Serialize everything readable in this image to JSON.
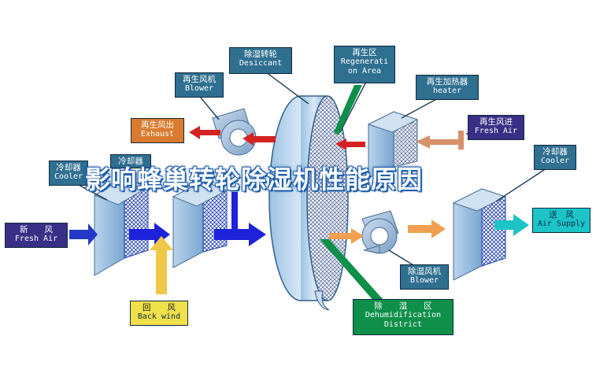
{
  "title": "影响蜂巢转轮除湿机性能原因",
  "labels": {
    "desiccant": {
      "zh": "除湿转轮",
      "en": "Desiccant"
    },
    "regeneration": {
      "zh": "再生区",
      "en1": "Regenerati",
      "en2": "on Area"
    },
    "regen_blower": {
      "zh": "再生风机",
      "en": "Blower"
    },
    "regen_heater": {
      "zh": "再生加热器",
      "en": "heater"
    },
    "exhaust": {
      "zh": "再生风出",
      "en": "Exhaust"
    },
    "regen_fresh_air": {
      "zh": "再生风进",
      "en": "Fresh Air"
    },
    "cooler_left": {
      "zh": "冷却器",
      "en": "Cooler"
    },
    "cooler_mid": {
      "zh": "冷却器"
    },
    "cooler_right": {
      "zh": "冷却器",
      "en": "Cooler"
    },
    "fresh_air": {
      "zh": "新　　风",
      "en": "Fresh Air"
    },
    "air_supply": {
      "zh": "送　风",
      "en": "Air Supply"
    },
    "back_wind": {
      "zh": "回　　风",
      "en": "Back wind"
    },
    "dehum_blower": {
      "zh": "除湿风机",
      "en": "Blower"
    },
    "dehum_district": {
      "zh": "除　　湿　　区",
      "en1": "Dehumidification",
      "en2": "District"
    }
  },
  "colors": {
    "label_blue": "#2f6f90",
    "label_purple": "#3a2f86",
    "label_orange": "#d97a2e",
    "label_cyan": "#1cc4c7",
    "label_yellow": "#f0e04a",
    "label_green": "#0e8f4a",
    "flow_blue": "#1e22d8",
    "flow_red": "#d42222",
    "flow_orange": "#f0a050"
  }
}
